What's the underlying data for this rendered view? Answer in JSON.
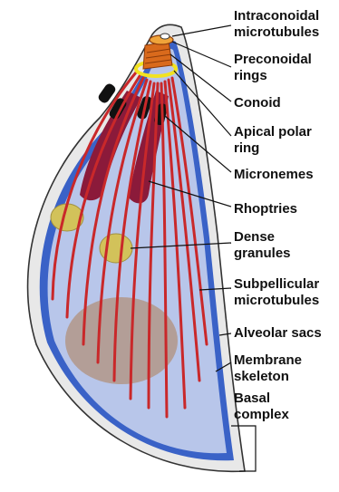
{
  "diagram": {
    "labels": {
      "intraconoidal": [
        "Intraconoidal",
        "microtubules"
      ],
      "preconoidal": [
        "Preconoidal",
        "rings"
      ],
      "conoid": [
        "Conoid"
      ],
      "apical_polar_ring": [
        "Apical polar",
        "ring"
      ],
      "micronemes": [
        "Micronemes"
      ],
      "rhoptries": [
        "Rhoptries"
      ],
      "dense_granules": [
        "Dense",
        "granules"
      ],
      "subpellicular": [
        "Subpellicular",
        "microtubules"
      ],
      "alveolar_sacs": [
        "Alveolar sacs"
      ],
      "membrane_skeleton": [
        "Membrane",
        "skeleton"
      ],
      "basal_complex": [
        "Basal",
        "complex"
      ]
    },
    "colors": {
      "outer_membrane": "#e6e6e6",
      "alveolar_sacs": "#3a62c7",
      "cytoplasm": "#b8c6ea",
      "microtubules": "#c9282a",
      "rhoptries": "#8b1a3a",
      "micronemes": "#111111",
      "dense_granules": "#d2c25a",
      "nucleus": "#b39e97",
      "apical_ring": "#f2e220",
      "conoid": "#d96a1c"
    }
  }
}
